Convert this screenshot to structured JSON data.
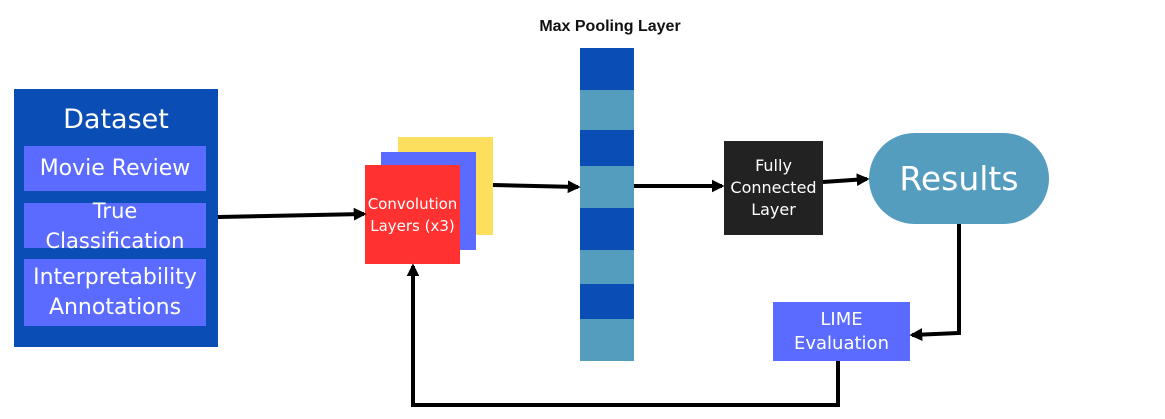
{
  "title": "Max Pooling Layer",
  "dataset": {
    "title": "Dataset",
    "items": [
      {
        "label": "Movie Review"
      },
      {
        "label": "True Classification"
      },
      {
        "label": "Interpretability Annotations"
      }
    ]
  },
  "convolution": {
    "label": "Convolution Layers (x3)"
  },
  "pooling": {
    "segments": [
      "dark",
      "light",
      "dark",
      "light",
      "dark",
      "light",
      "dark",
      "light"
    ]
  },
  "fully_connected": {
    "label": "Fully Connected Layer"
  },
  "results": {
    "label": "Results"
  },
  "lime": {
    "label": "LIME Evaluation"
  },
  "colors": {
    "dataset_bg": "#0a4db4",
    "item_bg": "#5b6bff",
    "conv_red": "#ff3131",
    "conv_blue": "#5b6bff",
    "conv_yellow": "#fcdf5c",
    "pool_dark": "#0a4db4",
    "pool_light": "#559dbe",
    "fc_bg": "#222222",
    "results_bg": "#559dbe",
    "lime_bg": "#5b6bff",
    "arrow": "#000000"
  }
}
